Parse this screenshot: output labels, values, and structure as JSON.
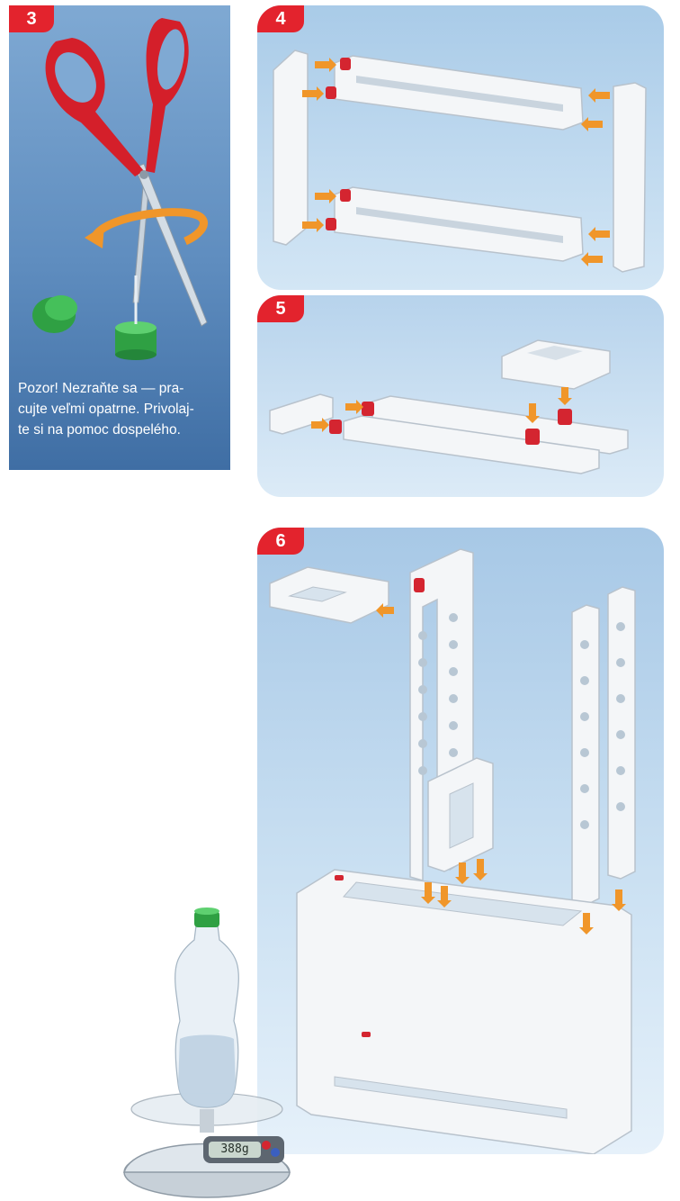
{
  "steps": [
    {
      "number": "3"
    },
    {
      "number": "4"
    },
    {
      "number": "5"
    },
    {
      "number": "6"
    }
  ],
  "warning": {
    "line1": "Pozor! Nezraňte sa — pra-",
    "line2": "cujte veľmi opatrne. Privolaj-",
    "line3": "te si na pomoc dospelého."
  },
  "scale": {
    "display": "388g"
  },
  "colors": {
    "badge": "#e3232d",
    "arrow": "#f0962a",
    "peg": "#d42530",
    "cap": "#2fa043",
    "scissor_handle": "#d41f2a"
  }
}
